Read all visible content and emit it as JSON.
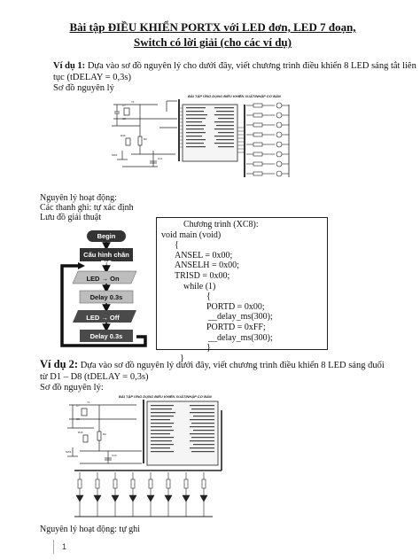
{
  "title": {
    "line1": "Bài tập ĐIỀU KHIỂN PORTX với LED đơn, LED 7 đoạn,",
    "line2": "Switch có lời giải (cho các ví dụ)"
  },
  "example1": {
    "label": "Ví dụ 1:",
    "desc_line1": " Dựa vào sơ đồ nguyên lý cho dưới đây, viết chương trình điều khiển 8 LED sáng tắt liên",
    "desc_line2": "tục (tDELAY = 0,3s)",
    "schematic_label": "Sơ đồ nguyên lý",
    "schematic_header": "BÀI TẬP ỨNG DỤNG ĐIỀU KHIỂN XUẤT/NHẬP CƠ BẢN",
    "op_label": "Nguyên lý hoạt động:",
    "var_label": "Các thanh ghi: tự xác định",
    "flow_label": "Lưu đồ giải thuật"
  },
  "flowchart": {
    "begin": "Begin",
    "config": "Cấu hình chân PIC",
    "led_on": "LED → On",
    "delay1": "Delay 0.3s",
    "led_off": "LED → Off",
    "delay2": "Delay 0.3s"
  },
  "code": {
    "lines": [
      "Chương trình (XC8):",
      "void main (void)",
      "{",
      "ANSEL = 0x00;",
      "ANSELH = 0x00;",
      "TRISD = 0x00;",
      "while (1)",
      "{",
      "PORTD = 0x00;",
      "__delay_ms(300);",
      "PORTD = 0xFF;",
      "__delay_ms(300);",
      "}",
      "}"
    ]
  },
  "example2": {
    "label": "Ví dụ 2:",
    "desc_line1": " Dựa vào sơ đồ nguyên lý dưới đây, viết chương trình điều khiển 8 LED sáng đuổi",
    "desc_line2": "từ D1 – D8 (tDELAY = 0,3s)",
    "schematic_label": "Sơ đồ nguyên lý:",
    "schematic_header": "BÀI TẬP ỨNG DỤNG ĐIỀU KHIỂN XUẤT/NHẬP CƠ BẢN",
    "op_label": "Nguyên lý hoạt động: tự ghi"
  },
  "page_number": "1"
}
